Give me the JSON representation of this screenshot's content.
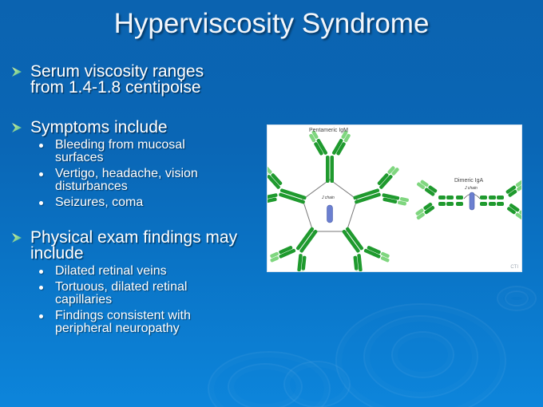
{
  "slide": {
    "title": "Hyperviscosity Syndrome",
    "background_color": "#0a6ab8",
    "bullets": [
      {
        "text_line1": "Serum viscosity ranges",
        "text_line2": "from 1.4-1.8 centipoise",
        "icon": "arrow-bullet-icon",
        "sub": []
      },
      {
        "text_line1": "Symptoms include",
        "icon": "arrow-bullet-icon",
        "sub": [
          {
            "line1": "Bleeding from mucosal",
            "line2": "surfaces"
          },
          {
            "line1": "Vertigo, headache, vision",
            "line2": "disturbances"
          },
          {
            "line1": "Seizures, coma"
          }
        ]
      },
      {
        "text_line1": "Physical exam findings may",
        "text_line2": "include",
        "icon": "arrow-bullet-icon",
        "sub": [
          {
            "line1": "Dilated retinal veins"
          },
          {
            "line1": "Tortuous, dilated retinal",
            "line2": "capillaries"
          },
          {
            "line1": "Findings consistent with",
            "line2": "peripheral neuropathy"
          }
        ]
      }
    ],
    "figure": {
      "left_label": "Pentameric IgM",
      "left_center_label": "J chain",
      "right_label": "Dimeric IgA",
      "right_center_label": "J chain",
      "watermark": "CTI",
      "colors": {
        "heavy_chain": "#1f9a2e",
        "light_chain": "#7fd67f",
        "j_chain": "#6b7fd0"
      }
    }
  }
}
